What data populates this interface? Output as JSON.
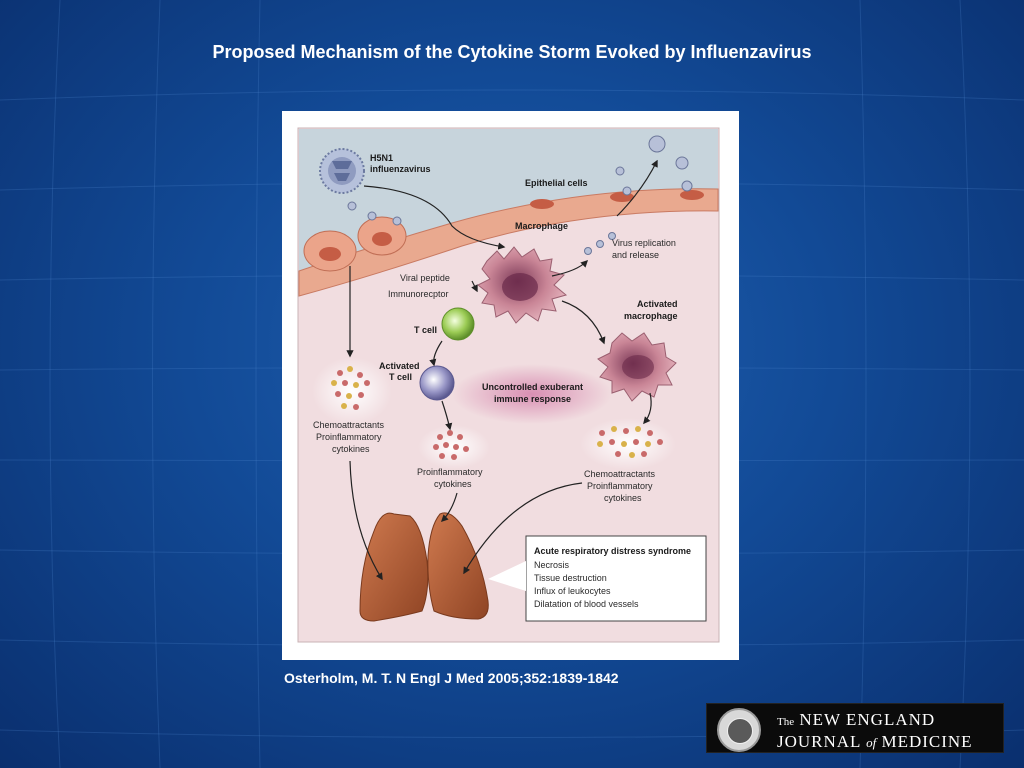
{
  "slide": {
    "title": "Proposed Mechanism of the Cytokine Storm Evoked by Influenzavirus",
    "citation": "Osterholm, M. T. N Engl J Med 2005;352:1839-1842"
  },
  "diagram": {
    "virus_label_1": "H5N1",
    "virus_label_2": "influenzavirus",
    "epithelial": "Epithelial cells",
    "macrophage": "Macrophage",
    "virus_release_1": "Virus replication",
    "virus_release_2": "and release",
    "viral_peptide": "Viral peptide",
    "immunoreceptor": "Immunorecptor",
    "t_cell": "T cell",
    "activated_t_1": "Activated",
    "activated_t_2": "T cell",
    "activated_mac_1": "Activated",
    "activated_mac_2": "macrophage",
    "uncontrolled_1": "Uncontrolled exuberant",
    "uncontrolled_2": "immune response",
    "left_cyto_1": "Chemoattractants",
    "left_cyto_2": "Proinflammatory",
    "left_cyto_3": "cytokines",
    "mid_cyto_1": "Proinflammatory",
    "mid_cyto_2": "cytokines",
    "right_cyto_1": "Chemoattractants",
    "right_cyto_2": "Proinflammatory",
    "right_cyto_3": "cytokines",
    "ards_title": "Acute respiratory distress syndrome",
    "ards_items": [
      "Necrosis",
      "Tissue destruction",
      "Influx of leukocytes",
      "Dilatation of blood vessels"
    ]
  },
  "logo": {
    "the": "The",
    "line1": "NEW ENGLAND",
    "line2_a": "JOURNAL",
    "of": "of",
    "line2_b": "MEDICINE"
  },
  "colors": {
    "background": "#124a96",
    "virus": "#9aa8c8",
    "epithelium": "#e9a98f",
    "macrophage": "#c77f8a",
    "t_cell": "#8cc63f",
    "activated_t_cell": "#8c8ab8",
    "lungs": "#b8603a"
  }
}
